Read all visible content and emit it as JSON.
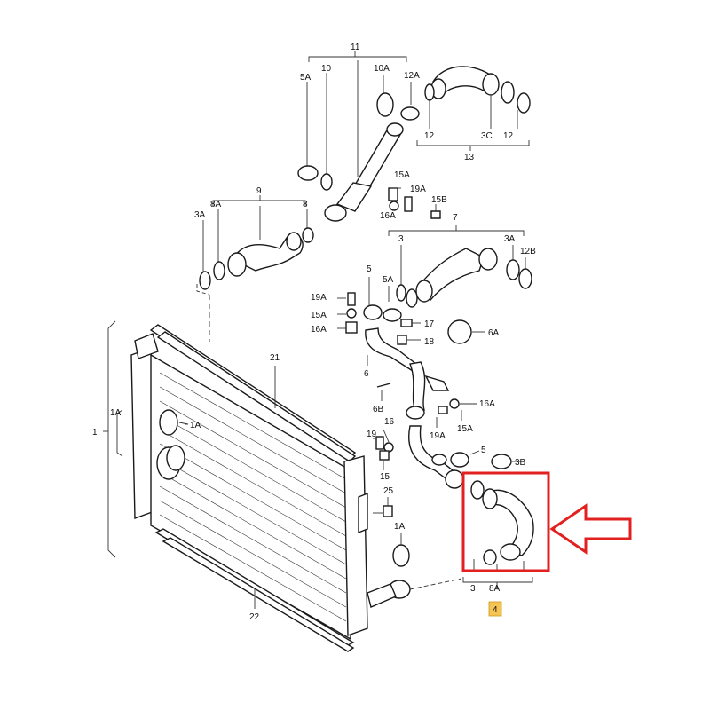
{
  "labels": {
    "l11": "11",
    "l10": "10",
    "l10A": "10A",
    "l5A_top": "5A",
    "l12A": "12A",
    "l12_a": "12",
    "l3C": "3C",
    "l12_b": "12",
    "l13": "13",
    "l9": "9",
    "l8A_left": "8A",
    "l3A_left": "3A",
    "l8": "8",
    "l15A_r": "15A",
    "l19A_r": "19A",
    "l16A_r": "16A",
    "l15B": "15B",
    "l7": "7",
    "l3_mid": "3",
    "l3A_right": "3A",
    "l12B": "12B",
    "l5_mid": "5",
    "l5A_mid": "5A",
    "l19A_l": "19A",
    "l15A_l": "15A",
    "l16A_l": "16A",
    "l17": "17",
    "l18": "18",
    "l6A": "6A",
    "l6": "6",
    "l6B": "6B",
    "l16A_low": "16A",
    "l15A_low": "15A",
    "l19A_low": "19A",
    "l19": "19",
    "l16": "16",
    "l15": "15",
    "l25": "25",
    "l5_low": "5",
    "l3B": "3B",
    "l21": "21",
    "l1A_side": "1A",
    "l1A_inner": "1A",
    "l1": "1",
    "l1A_low": "1A",
    "l22": "22",
    "l3_low": "3",
    "l8A_low": "8A",
    "l4": "4"
  },
  "colors": {
    "highlight_box": "#e32020",
    "arrow": "#e32020",
    "label_badge": "#f6c453"
  },
  "icons": {
    "pointer": "arrow-left-icon"
  }
}
